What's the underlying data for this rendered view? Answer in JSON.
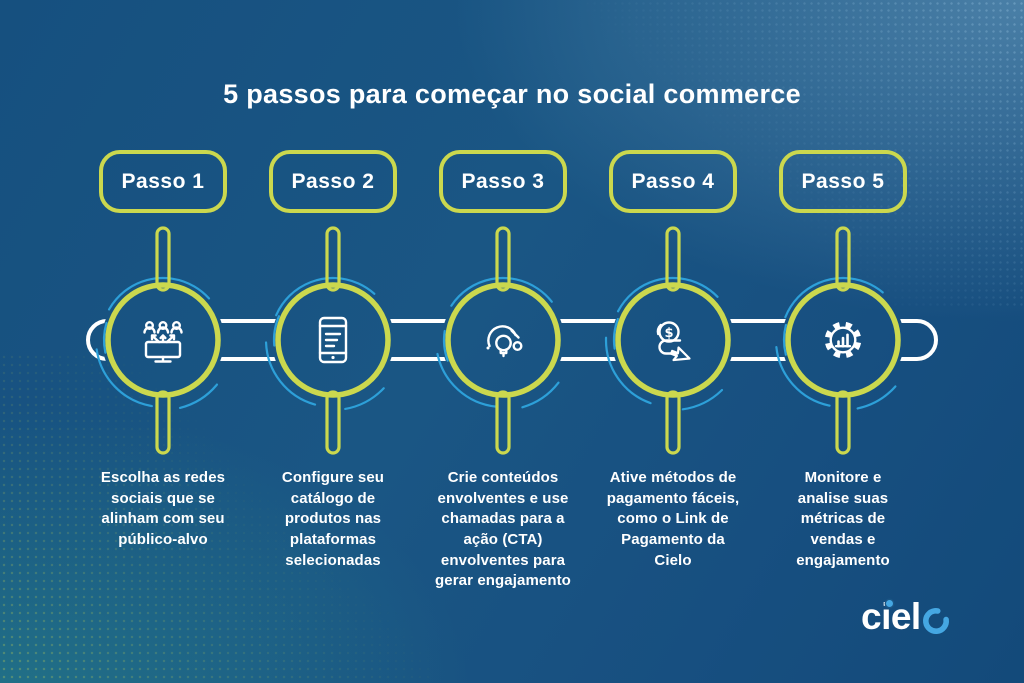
{
  "title": "5 passos para começar no social commerce",
  "steps": [
    {
      "badge": "Passo 1",
      "icon": "social-audience-icon",
      "description": "Escolha as redes sociais que se alinham com seu público-alvo"
    },
    {
      "badge": "Passo 2",
      "icon": "product-catalog-phone-icon",
      "description": "Configure seu catálogo de produtos nas plataformas selecionadas"
    },
    {
      "badge": "Passo 3",
      "icon": "idea-bulb-icon",
      "description": "Crie conteúdos envolventes e use chamadas para a ação (CTA) envolventes para gerar engajamento"
    },
    {
      "badge": "Passo 4",
      "icon": "payment-click-icon",
      "description": "Ative métodos de pagamento fáceis, como o Link de Pagamento da Cielo"
    },
    {
      "badge": "Passo 5",
      "icon": "metrics-gear-icon",
      "description": "Monitore e analise suas métricas de vendas e engajamento"
    }
  ],
  "logo": {
    "brand": "cielo",
    "text_main": "ciel",
    "text_o": "o"
  },
  "colors": {
    "lime": "#cbd84e",
    "arc_blue": "#2da0d9",
    "white": "#ffffff",
    "logo_blue": "#45a7e2",
    "bg_dark_blue": "#16507f",
    "bg_light_blue": "#4487ae",
    "bg_teal": "#2d6f7e"
  }
}
